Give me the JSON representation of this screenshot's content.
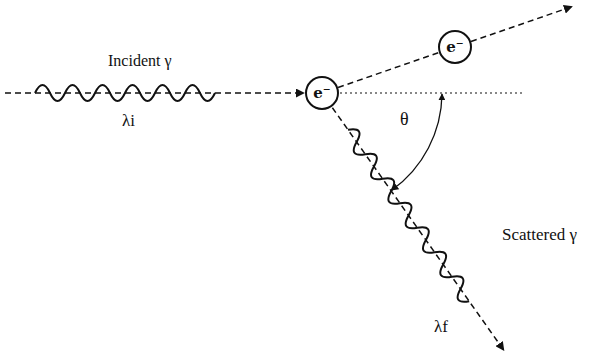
{
  "diagram": {
    "nodes": [
      {
        "text": [
          "e⁻"
        ]
      },
      {
        "text": [
          "e⁻"
        ]
      }
    ],
    "edges": [
      {
        "from": 0,
        "to": 1,
        "arrow": "none"
      }
    ],
    "labels": [
      "Incident γ",
      "λi",
      "θ",
      "Scattered γ",
      "λf"
    ]
  }
}
